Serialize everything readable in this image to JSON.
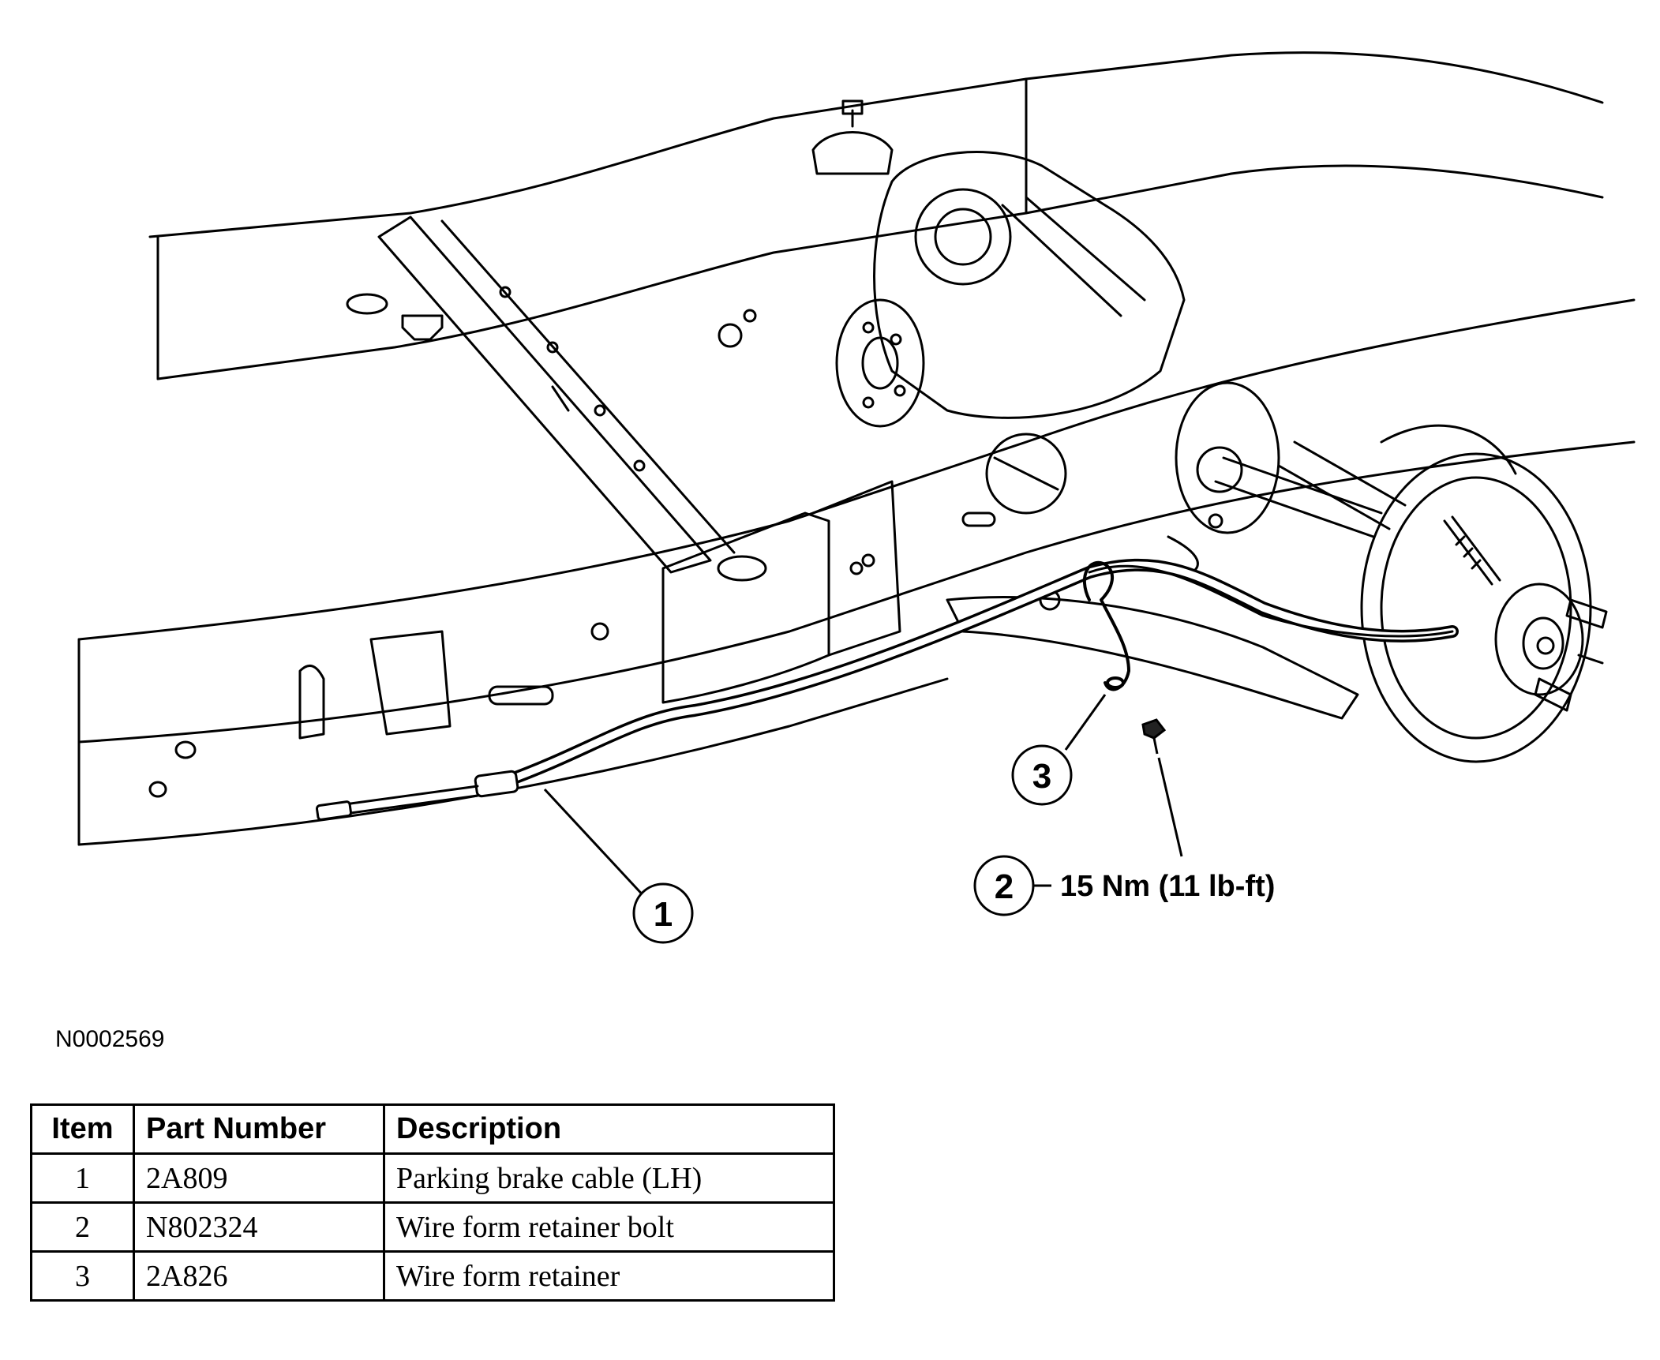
{
  "callouts": [
    {
      "number": "1"
    },
    {
      "number": "2",
      "torque": "15 Nm (11 lb-ft)"
    },
    {
      "number": "3"
    }
  ],
  "figure_id": "N0002569",
  "table": {
    "headers": [
      "Item",
      "Part Number",
      "Description"
    ],
    "rows": [
      {
        "item": "1",
        "part_number": "2A809",
        "description": "Parking brake cable (LH)"
      },
      {
        "item": "2",
        "part_number": "N802324",
        "description": "Wire form retainer bolt"
      },
      {
        "item": "3",
        "part_number": "2A826",
        "description": "Wire form retainer"
      }
    ]
  }
}
